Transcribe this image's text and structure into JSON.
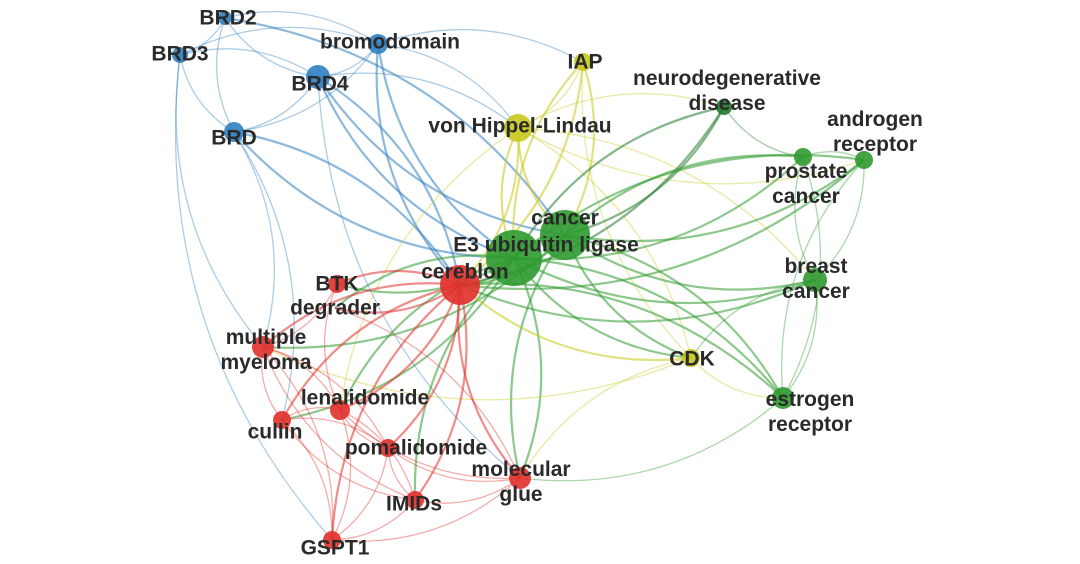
{
  "clusters": {
    "blue": "#2f7fc1",
    "yellow": "#c8c81e",
    "green": "#2e9a2e",
    "darkgreen": "#1f7a2a",
    "red": "#e0302a"
  },
  "nodes": [
    {
      "id": "brd2",
      "label": [
        "BRD2"
      ],
      "cluster": "blue"
    },
    {
      "id": "brd3",
      "label": [
        "BRD3"
      ],
      "cluster": "blue"
    },
    {
      "id": "bromodomain",
      "label": [
        "bromodomain"
      ],
      "cluster": "blue"
    },
    {
      "id": "brd4",
      "label": [
        "BRD4"
      ],
      "cluster": "blue"
    },
    {
      "id": "brd",
      "label": [
        "BRD"
      ],
      "cluster": "blue"
    },
    {
      "id": "iap",
      "label": [
        "IAP"
      ],
      "cluster": "yellow"
    },
    {
      "id": "neuro",
      "label": [
        "neurodegenerative",
        "disease"
      ],
      "cluster": "darkgreen"
    },
    {
      "id": "vhl",
      "label": [
        "von Hippel-Lindau"
      ],
      "cluster": "yellow"
    },
    {
      "id": "androgen",
      "label": [
        "androgen",
        "receptor"
      ],
      "cluster": "green"
    },
    {
      "id": "prostate",
      "label": [
        "prostate",
        "cancer"
      ],
      "cluster": "green"
    },
    {
      "id": "cancer",
      "label": [
        "cancer"
      ],
      "cluster": "green"
    },
    {
      "id": "e3",
      "label": [
        "E3 ubiquitin ligase"
      ],
      "cluster": "green"
    },
    {
      "id": "cereblon",
      "label": [
        "cereblon"
      ],
      "cluster": "red"
    },
    {
      "id": "btk",
      "label": [
        "BTK"
      ],
      "cluster": "red"
    },
    {
      "id": "degrader",
      "label": [
        "degrader"
      ],
      "cluster": "red"
    },
    {
      "id": "myeloma",
      "label": [
        "multiple",
        "myeloma"
      ],
      "cluster": "red"
    },
    {
      "id": "breast",
      "label": [
        "breast",
        "cancer"
      ],
      "cluster": "green"
    },
    {
      "id": "cdk",
      "label": [
        "CDK"
      ],
      "cluster": "yellow"
    },
    {
      "id": "estrogen",
      "label": [
        "estrogen",
        "receptor"
      ],
      "cluster": "green"
    },
    {
      "id": "lenalidomide",
      "label": [
        "lenalidomide"
      ],
      "cluster": "red"
    },
    {
      "id": "cullin",
      "label": [
        "cullin"
      ],
      "cluster": "red"
    },
    {
      "id": "pomalidomide",
      "label": [
        "pomalidomide"
      ],
      "cluster": "red"
    },
    {
      "id": "glue",
      "label": [
        "molecular",
        "glue"
      ],
      "cluster": "red"
    },
    {
      "id": "imids",
      "label": [
        "IMIDs"
      ],
      "cluster": "red"
    },
    {
      "id": "gspt1",
      "label": [
        "GSPT1"
      ],
      "cluster": "red"
    }
  ],
  "edges": [
    [
      "brd2",
      "brd3"
    ],
    [
      "brd2",
      "brd4"
    ],
    [
      "brd2",
      "bromodomain"
    ],
    [
      "brd2",
      "brd"
    ],
    [
      "brd3",
      "brd4"
    ],
    [
      "brd3",
      "brd"
    ],
    [
      "brd3",
      "bromodomain"
    ],
    [
      "brd4",
      "bromodomain"
    ],
    [
      "brd4",
      "brd"
    ],
    [
      "brd",
      "bromodomain"
    ],
    [
      "brd4",
      "cereblon"
    ],
    [
      "brd4",
      "e3"
    ],
    [
      "brd4",
      "vhl"
    ],
    [
      "bromodomain",
      "e3"
    ],
    [
      "bromodomain",
      "vhl"
    ],
    [
      "bromodomain",
      "cereblon"
    ],
    [
      "brd",
      "cereblon"
    ],
    [
      "brd",
      "e3"
    ],
    [
      "brd",
      "myeloma"
    ],
    [
      "brd3",
      "myeloma"
    ],
    [
      "brd2",
      "cancer"
    ],
    [
      "brd4",
      "cancer"
    ],
    [
      "brd",
      "cullin"
    ],
    [
      "brd3",
      "gspt1"
    ],
    [
      "bromodomain",
      "iap"
    ],
    [
      "brd4",
      "glue"
    ],
    [
      "iap",
      "vhl"
    ],
    [
      "iap",
      "e3"
    ],
    [
      "iap",
      "cancer"
    ],
    [
      "iap",
      "cdk"
    ],
    [
      "iap",
      "cereblon"
    ],
    [
      "vhl",
      "e3"
    ],
    [
      "vhl",
      "cereblon"
    ],
    [
      "vhl",
      "cancer"
    ],
    [
      "vhl",
      "cdk"
    ],
    [
      "vhl",
      "androgen"
    ],
    [
      "vhl",
      "breast"
    ],
    [
      "vhl",
      "lenalidomide"
    ],
    [
      "vhl",
      "neuro"
    ],
    [
      "neuro",
      "e3"
    ],
    [
      "neuro",
      "cancer"
    ],
    [
      "neuro",
      "prostate"
    ],
    [
      "neuro",
      "cereblon"
    ],
    [
      "androgen",
      "prostate"
    ],
    [
      "androgen",
      "cancer"
    ],
    [
      "androgen",
      "e3"
    ],
    [
      "androgen",
      "breast"
    ],
    [
      "androgen",
      "estrogen"
    ],
    [
      "androgen",
      "cereblon"
    ],
    [
      "prostate",
      "cancer"
    ],
    [
      "prostate",
      "e3"
    ],
    [
      "prostate",
      "breast"
    ],
    [
      "prostate",
      "estrogen"
    ],
    [
      "cancer",
      "e3"
    ],
    [
      "cancer",
      "cereblon"
    ],
    [
      "cancer",
      "breast"
    ],
    [
      "cancer",
      "estrogen"
    ],
    [
      "cancer",
      "cdk"
    ],
    [
      "cancer",
      "myeloma"
    ],
    [
      "cancer",
      "glue"
    ],
    [
      "e3",
      "cereblon"
    ],
    [
      "e3",
      "breast"
    ],
    [
      "e3",
      "estrogen"
    ],
    [
      "e3",
      "cdk"
    ],
    [
      "e3",
      "btk"
    ],
    [
      "e3",
      "degrader"
    ],
    [
      "e3",
      "glue"
    ],
    [
      "e3",
      "lenalidomide"
    ],
    [
      "e3",
      "cullin"
    ],
    [
      "e3",
      "imids"
    ],
    [
      "breast",
      "estrogen"
    ],
    [
      "breast",
      "cdk"
    ],
    [
      "breast",
      "cereblon"
    ],
    [
      "cdk",
      "estrogen"
    ],
    [
      "cdk",
      "cereblon"
    ],
    [
      "cdk",
      "glue"
    ],
    [
      "cdk",
      "myeloma"
    ],
    [
      "estrogen",
      "cereblon"
    ],
    [
      "estrogen",
      "glue"
    ],
    [
      "cereblon",
      "btk"
    ],
    [
      "cereblon",
      "degrader"
    ],
    [
      "cereblon",
      "myeloma"
    ],
    [
      "cereblon",
      "lenalidomide"
    ],
    [
      "cereblon",
      "cullin"
    ],
    [
      "cereblon",
      "pomalidomide"
    ],
    [
      "cereblon",
      "glue"
    ],
    [
      "cereblon",
      "imids"
    ],
    [
      "cereblon",
      "gspt1"
    ],
    [
      "btk",
      "myeloma"
    ],
    [
      "btk",
      "lenalidomide"
    ],
    [
      "myeloma",
      "lenalidomide"
    ],
    [
      "myeloma",
      "cullin"
    ],
    [
      "myeloma",
      "pomalidomide"
    ],
    [
      "myeloma",
      "imids"
    ],
    [
      "myeloma",
      "gspt1"
    ],
    [
      "lenalidomide",
      "pomalidomide"
    ],
    [
      "lenalidomide",
      "imids"
    ],
    [
      "lenalidomide",
      "cullin"
    ],
    [
      "lenalidomide",
      "gspt1"
    ],
    [
      "lenalidomide",
      "glue"
    ],
    [
      "cullin",
      "gspt1"
    ],
    [
      "cullin",
      "imids"
    ],
    [
      "cullin",
      "pomalidomide"
    ],
    [
      "pomalidomide",
      "imids"
    ],
    [
      "pomalidomide",
      "gspt1"
    ],
    [
      "pomalidomide",
      "glue"
    ],
    [
      "imids",
      "gspt1"
    ],
    [
      "imids",
      "glue"
    ],
    [
      "glue",
      "gspt1"
    ],
    [
      "glue",
      "degrader"
    ]
  ]
}
